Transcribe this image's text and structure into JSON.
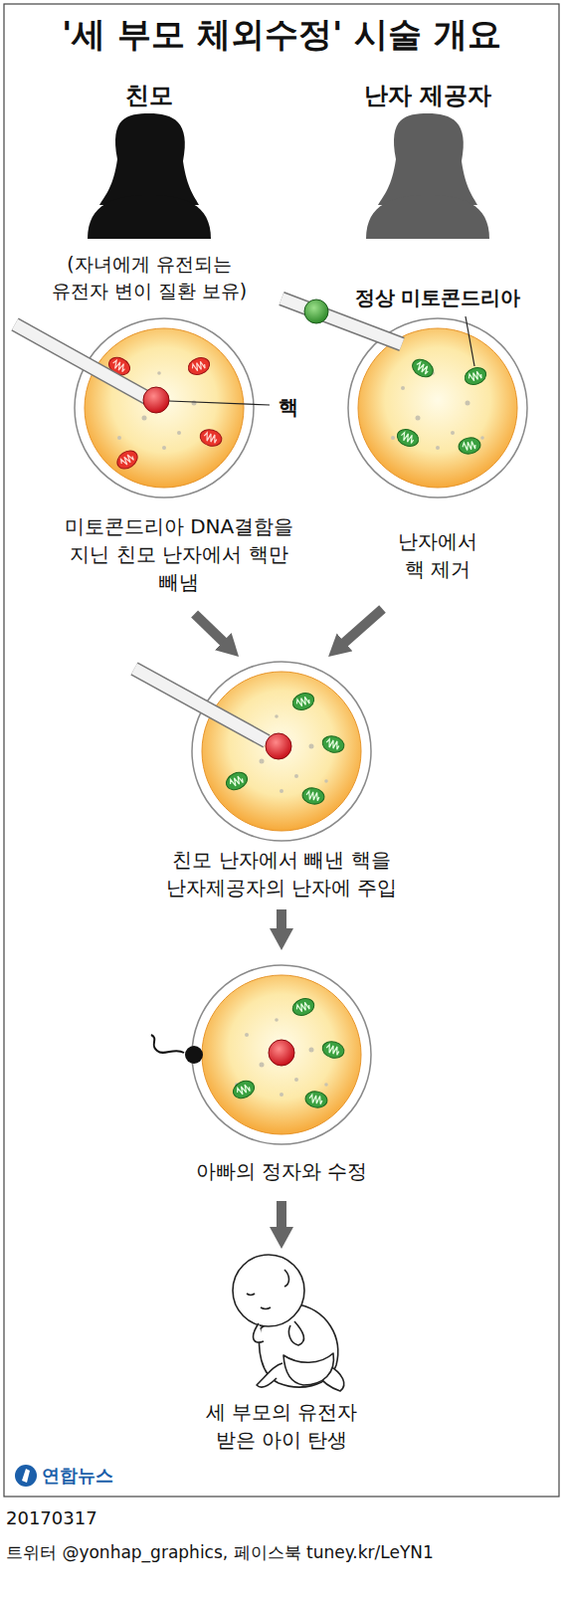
{
  "diagram": {
    "title": "'세 부모 체외수정' 시술 개요",
    "nodes": [
      {
        "text": [
          "친모",
          "(자녀에게 유전되는 유전자 변이 질환 보유)",
          "핵",
          "미토콘드리아 DNA결함을 지닌 친모 난자에서 핵만 빼냄"
        ]
      },
      {
        "text": [
          "난자 제공자",
          "정상 미토콘드리아",
          "난자에서 핵 제거"
        ]
      },
      {
        "text": [
          "친모 난자에서 빼낸 핵을 난자제공자의 난자에 주입"
        ]
      },
      {
        "text": [
          "아빠의 정자와 수정"
        ]
      },
      {
        "text": [
          "세 부모의 유전자 받은 아이 탄생"
        ]
      }
    ],
    "edges": [
      {
        "from": 0,
        "to": 2,
        "arrow": "to"
      },
      {
        "from": 1,
        "to": 2,
        "arrow": "to"
      },
      {
        "from": 2,
        "to": 3,
        "arrow": "to"
      },
      {
        "from": 3,
        "to": 4,
        "arrow": "to"
      }
    ],
    "labels": [
      "연합뉴스",
      "20170317",
      "트위터 @yonhap_graphics, 페이스북 tuney.kr/LeYN1"
    ]
  }
}
